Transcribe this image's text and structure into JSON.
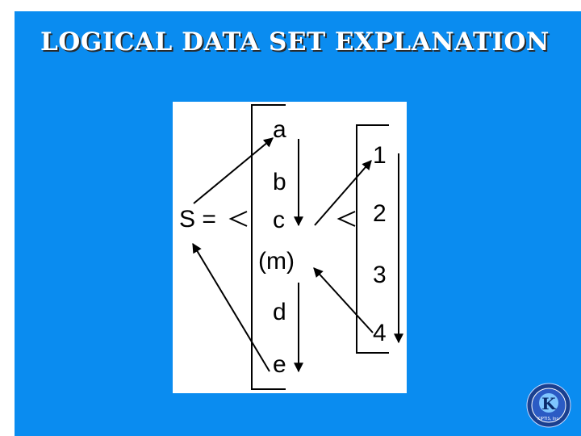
{
  "slide": {
    "title": "LOGICAL DATA SET EXPLANATION"
  },
  "diagram": {
    "set_label": "S =",
    "members": [
      "a",
      "b",
      "c",
      "(m)",
      "d",
      "e"
    ],
    "values": [
      "1",
      "2",
      "3",
      "4"
    ]
  },
  "logo": {
    "letter": "K",
    "caption": "KIPTIS, Inc."
  },
  "colors": {
    "background": "#0a8cf0",
    "panel": "#ffffff",
    "ink": "#000000"
  }
}
